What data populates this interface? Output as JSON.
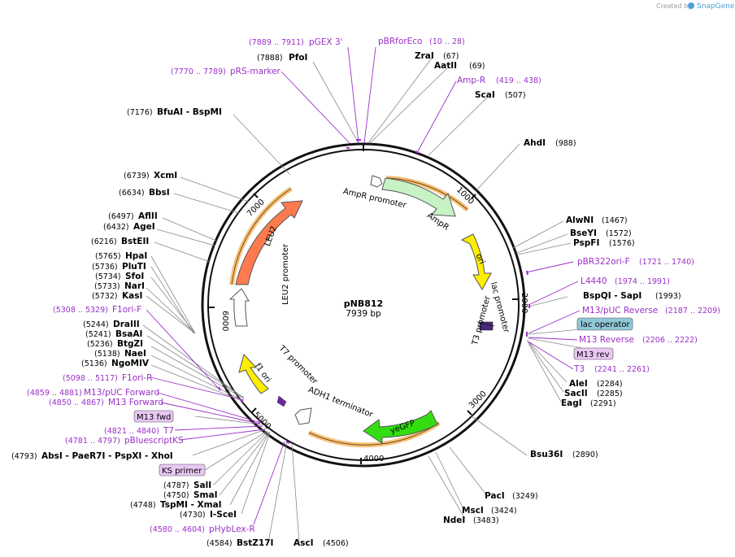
{
  "credit": {
    "prefix": "Created by",
    "brand": "SnapGene"
  },
  "plasmid": {
    "name": "pNB812",
    "length": "7939 bp"
  },
  "ticks": [
    "1000",
    "2000",
    "3000",
    "4000",
    "5000",
    "6000",
    "7000"
  ],
  "sites": [
    {
      "name": "PfoI",
      "pos": "(7888)"
    },
    {
      "name": "ZraI",
      "pos": "(67)"
    },
    {
      "name": "AatII",
      "pos": "(69)"
    },
    {
      "name": "ScaI",
      "pos": "(507)"
    },
    {
      "name": "BfuAI   - BspMI",
      "pos": "(7176)"
    },
    {
      "name": "AhdI",
      "pos": "(988)"
    },
    {
      "name": "XcmI",
      "pos": "(6739)"
    },
    {
      "name": "BbsI",
      "pos": "(6634)"
    },
    {
      "name": "AflII",
      "pos": "(6497)"
    },
    {
      "name": "AgeI",
      "pos": "(6432)"
    },
    {
      "name": "BstEII",
      "pos": "(6216)"
    },
    {
      "name": "AlwNI",
      "pos": "(1467)"
    },
    {
      "name": "BseYI",
      "pos": "(1572)"
    },
    {
      "name": "PspFI",
      "pos": "(1576)"
    },
    {
      "name": "HpaI",
      "pos": "(5765)"
    },
    {
      "name": "PluTI",
      "pos": "(5736)"
    },
    {
      "name": "SfoI",
      "pos": "(5734)"
    },
    {
      "name": "NarI",
      "pos": "(5733)"
    },
    {
      "name": "KasI",
      "pos": "(5732)"
    },
    {
      "name": "BspQI   - SapI",
      "pos": "(1993)"
    },
    {
      "name": "DraIII",
      "pos": "(5244)"
    },
    {
      "name": "BsaAI",
      "pos": "(5241)"
    },
    {
      "name": "BtgZI",
      "pos": "(5236)"
    },
    {
      "name": "NaeI",
      "pos": "(5138)"
    },
    {
      "name": "NgoMIV",
      "pos": "(5136)"
    },
    {
      "name": "AleI",
      "pos": "(2284)"
    },
    {
      "name": "SacII",
      "pos": "(2285)"
    },
    {
      "name": "EagI",
      "pos": "(2291)"
    },
    {
      "name": "AbsI   - PaeR7I   - PspXI   - XhoI",
      "pos": "(4793)"
    },
    {
      "name": "Bsu36I",
      "pos": "(2890)"
    },
    {
      "name": "SalI",
      "pos": "(4787)"
    },
    {
      "name": "SmaI",
      "pos": "(4750)"
    },
    {
      "name": "TspMI   - XmaI",
      "pos": "(4748)"
    },
    {
      "name": "I-SceI",
      "pos": "(4730)"
    },
    {
      "name": "PacI",
      "pos": "(3249)"
    },
    {
      "name": "MscI",
      "pos": "(3424)"
    },
    {
      "name": "NdeI",
      "pos": "(3483)"
    },
    {
      "name": "BstZ17I",
      "pos": "(4584)"
    },
    {
      "name": "AscI",
      "pos": "(4506)"
    }
  ],
  "primers": [
    {
      "name": "pGEX 3'",
      "pos": "(7889 .. 7911)"
    },
    {
      "name": "pBRforEco",
      "pos": "(10 .. 28)"
    },
    {
      "name": "pRS-marker",
      "pos": "(7770 .. 7789)"
    },
    {
      "name": "Amp-R",
      "pos": "(419 .. 438)"
    },
    {
      "name": "pBR322ori-F",
      "pos": "(1721 .. 1740)"
    },
    {
      "name": "L4440",
      "pos": "(1974 .. 1991)"
    },
    {
      "name": "M13/pUC Reverse",
      "pos": "(2187 .. 2209)"
    },
    {
      "name": "M13 Reverse",
      "pos": "(2206 .. 2222)"
    },
    {
      "name": "T3",
      "pos": "(2241 .. 2261)"
    },
    {
      "name": "F1ori-F",
      "pos": "(5308 .. 5329)"
    },
    {
      "name": "F1ori-R",
      "pos": "(5098 .. 5117)"
    },
    {
      "name": "M13/pUC Forward",
      "pos": "(4859 .. 4881)"
    },
    {
      "name": "M13 Forward",
      "pos": "(4850 .. 4867)"
    },
    {
      "name": "T7",
      "pos": "(4821 .. 4840)"
    },
    {
      "name": "pBluescriptKS",
      "pos": "(4781 .. 4797)"
    },
    {
      "name": "pHybLex-R",
      "pos": "(4580 .. 4604)"
    }
  ],
  "boxed": {
    "lac_operator": "lac operator",
    "m13_rev": "M13 rev",
    "m13_fwd": "M13 fwd",
    "ks_primer": "KS primer"
  },
  "features": {
    "ampr_promoter": "AmpR promoter",
    "ampr": "AmpR",
    "ori": "ori",
    "lac_promoter": "lac promoter",
    "t3_promoter": "T3 promoter",
    "yegfp": "yeGFP",
    "adh1_terminator": "ADH1 terminator",
    "t7_promoter": "T7 promoter",
    "f1_ori": "f1 ori",
    "leu2_promoter": "LEU2 promoter",
    "leu2": "LEU2"
  },
  "colors": {
    "primer": "#9b2fc8",
    "ampr": "#c6f2c6",
    "ori": "#ffee00",
    "yegfp": "#33dd11",
    "leu2": "#ff7a4f",
    "halo": "#f5c27a",
    "lac_operator": "#90c8d8",
    "boxed_primer": "#e9c8f4"
  }
}
